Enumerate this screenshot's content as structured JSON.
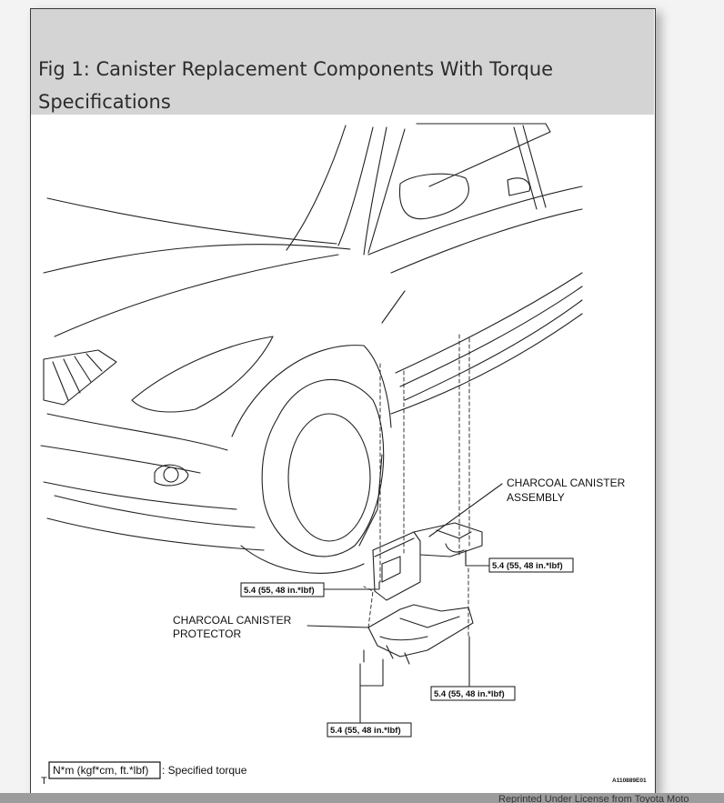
{
  "header": {
    "title": "Fig 1: Canister Replacement Components With Torque Specifications"
  },
  "diagram": {
    "labels": {
      "canister_assembly_l1": "CHARCOAL CANISTER",
      "canister_assembly_l2": "ASSEMBLY",
      "protector_l1": "CHARCOAL CANISTER",
      "protector_l2": "PROTECTOR"
    },
    "torque_values": [
      "5.4 (55, 48 in.*lbf)",
      "5.4 (55, 48 in.*lbf)",
      "5.4 (55, 48 in.*lbf)",
      "5.4 (55, 48 in.*lbf)"
    ],
    "legend": {
      "corner_mark": "T",
      "unit_box": "N*m (kgf*cm, ft.*lbf)",
      "description": ": Specified torque"
    },
    "figure_code": "A110889E01"
  },
  "footer": {
    "text": "Reprinted Under License from Toyota Moto"
  }
}
